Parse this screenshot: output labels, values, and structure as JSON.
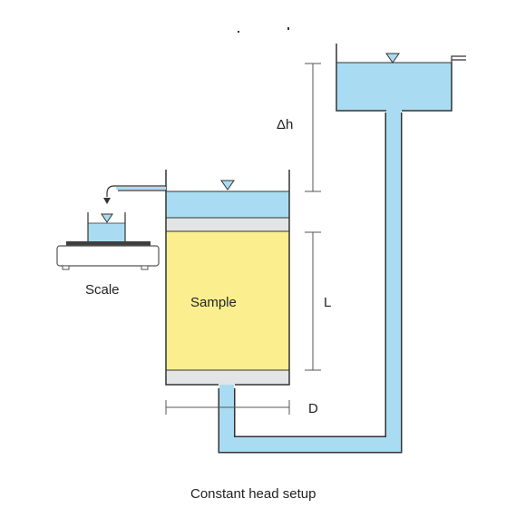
{
  "labels": {
    "delta_h": "Δh",
    "length": "L",
    "diameter": "D",
    "sample": "Sample",
    "scale": "Scale"
  },
  "caption": "Constant head setup",
  "colors": {
    "water": "#a9dcf2",
    "sample": "#fbee8f",
    "porous_stone": "#e3e4e6",
    "outline": "#333333",
    "dimension_line": "#555555",
    "scale_platform": "#3f3f3f"
  },
  "icons": {
    "water_level": "inverted-triangle-icon",
    "drip_arrow": "arrow-down-icon"
  }
}
